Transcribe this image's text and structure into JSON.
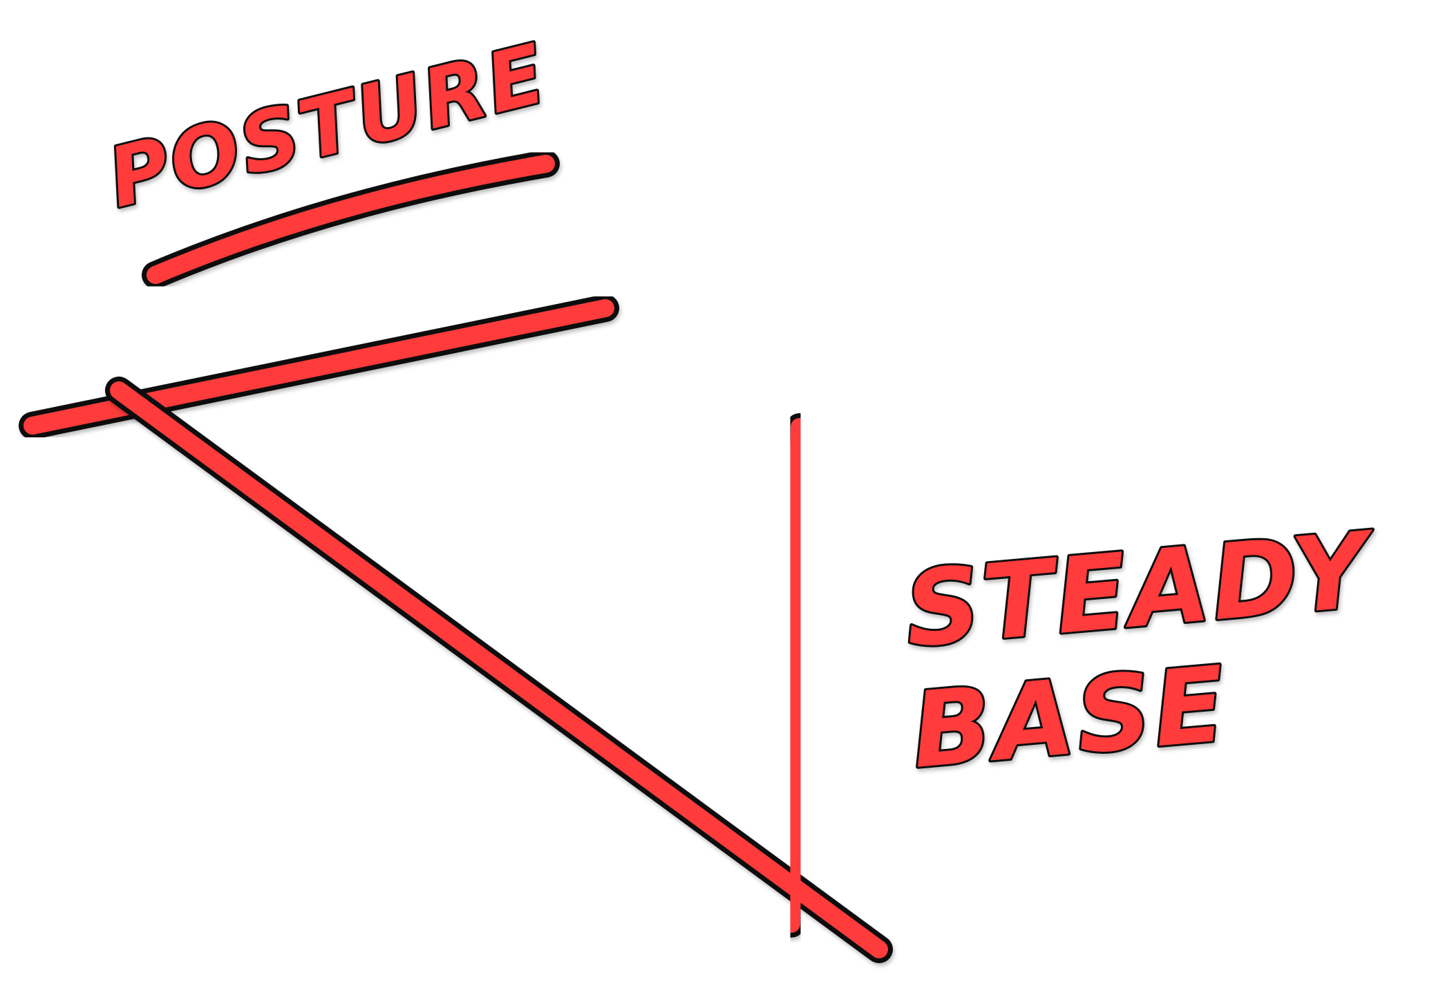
{
  "labels": {
    "posture": "POSTURE",
    "steady": "STEADY",
    "base": "BASE"
  },
  "colors": {
    "stroke_fill": "#ff3b3b",
    "stroke_outline": "#111111",
    "background": "#ffffff"
  }
}
